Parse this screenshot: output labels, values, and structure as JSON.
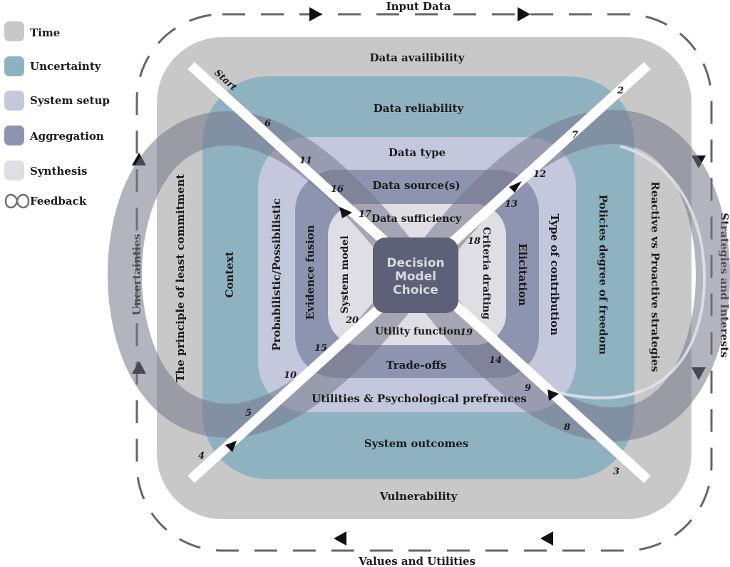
{
  "legend": [
    {
      "label": "Time",
      "color": "#c8c8c8"
    },
    {
      "label": "Uncertainty",
      "color": "#8fb2c0"
    },
    {
      "label": "System setup",
      "color": "#c3c8dc"
    },
    {
      "label": "Aggregation",
      "color": "#8d94b0"
    },
    {
      "label": "Synthesis",
      "color": "#dedee4"
    },
    {
      "label": "Feedback",
      "icon": "infinity-icon"
    }
  ],
  "edges": {
    "top": "Input Data",
    "bottom": "Values and Utilities",
    "left": "Uncertainties",
    "right": "Strategies and Interests"
  },
  "layers": {
    "time": {
      "top": "Data availibility",
      "bottom": "Vulnerability",
      "left": "The principle of least commitment",
      "right": "Reactive vs Proactive strategies"
    },
    "uncertainty": {
      "top": "Data reliability",
      "bottom": "System outcomes",
      "left": "Context",
      "right": "Policies degree of freedom"
    },
    "system_setup": {
      "top": "Data type",
      "bottom": "Utilities & Psychological prefrences",
      "left": "Probabilistic/Possibilistic",
      "right": "Type of contribution"
    },
    "aggregation": {
      "top": "Data source(s)",
      "bottom": "Trade-offs",
      "left": "Evidence fusion",
      "right": "Elicitation"
    },
    "synthesis": {
      "top": "Data sufficiency",
      "bottom": "Utility function",
      "left": "System model",
      "right": "Criteria drafting"
    }
  },
  "core": {
    "line1": "Decision",
    "line2": "Model",
    "line3": "Choice"
  },
  "start_label": "Start",
  "steps": [
    "2",
    "3",
    "4",
    "5",
    "6",
    "7",
    "8",
    "9",
    "10",
    "11",
    "12",
    "13",
    "14",
    "15",
    "16",
    "17",
    "18",
    "19",
    "20"
  ]
}
